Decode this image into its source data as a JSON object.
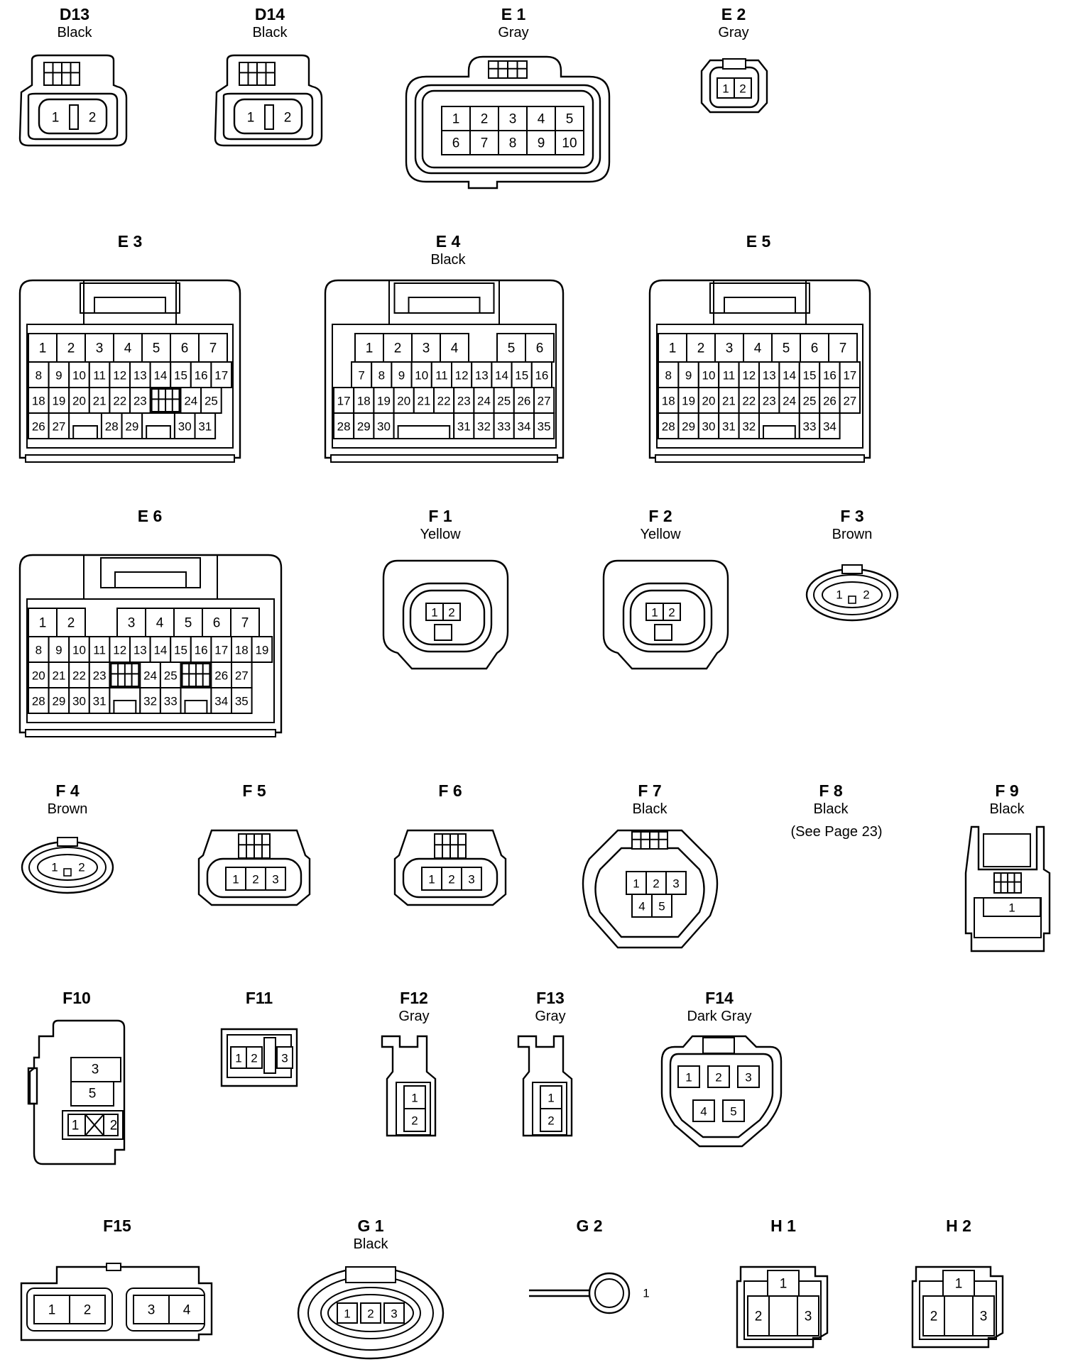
{
  "connectors": [
    {
      "id": "D13",
      "color": "Black",
      "pins": [
        "1",
        "2"
      ]
    },
    {
      "id": "D14",
      "color": "Black",
      "pins": [
        "1",
        "2"
      ]
    },
    {
      "id": "E 1",
      "color": "Gray",
      "pins": [
        "1",
        "2",
        "3",
        "4",
        "5",
        "6",
        "7",
        "8",
        "9",
        "10"
      ]
    },
    {
      "id": "E 2",
      "color": "Gray",
      "pins": [
        "1",
        "2"
      ]
    },
    {
      "id": "E 3",
      "color": "",
      "pins": [
        "1",
        "2",
        "3",
        "4",
        "5",
        "6",
        "7",
        "8",
        "9",
        "10",
        "11",
        "12",
        "13",
        "14",
        "15",
        "16",
        "17",
        "18",
        "19",
        "20",
        "21",
        "22",
        "23",
        "24",
        "25",
        "26",
        "27",
        "28",
        "29",
        "30",
        "31"
      ]
    },
    {
      "id": "E 4",
      "color": "Black",
      "pins": [
        "1",
        "2",
        "3",
        "4",
        "5",
        "6",
        "7",
        "8",
        "9",
        "10",
        "11",
        "12",
        "13",
        "14",
        "15",
        "16",
        "17",
        "18",
        "19",
        "20",
        "21",
        "22",
        "23",
        "24",
        "25",
        "26",
        "27",
        "28",
        "29",
        "30",
        "31",
        "32",
        "33",
        "34",
        "35"
      ]
    },
    {
      "id": "E 5",
      "color": "",
      "pins": [
        "1",
        "2",
        "3",
        "4",
        "5",
        "6",
        "7",
        "8",
        "9",
        "10",
        "11",
        "12",
        "13",
        "14",
        "15",
        "16",
        "17",
        "18",
        "19",
        "20",
        "21",
        "22",
        "23",
        "24",
        "25",
        "26",
        "27",
        "28",
        "29",
        "30",
        "31",
        "32",
        "33",
        "34"
      ]
    },
    {
      "id": "E 6",
      "color": "",
      "pins": [
        "1",
        "2",
        "3",
        "4",
        "5",
        "6",
        "7",
        "8",
        "9",
        "10",
        "11",
        "12",
        "13",
        "14",
        "15",
        "16",
        "17",
        "18",
        "19",
        "20",
        "21",
        "22",
        "23",
        "24",
        "25",
        "26",
        "27",
        "28",
        "29",
        "30",
        "31",
        "32",
        "33",
        "34",
        "35"
      ]
    },
    {
      "id": "F 1",
      "color": "Yellow",
      "pins": [
        "1",
        "2"
      ]
    },
    {
      "id": "F 2",
      "color": "Yellow",
      "pins": [
        "1",
        "2"
      ]
    },
    {
      "id": "F 3",
      "color": "Brown",
      "pins": [
        "1",
        "2"
      ]
    },
    {
      "id": "F 4",
      "color": "Brown",
      "pins": [
        "1",
        "2"
      ]
    },
    {
      "id": "F 5",
      "color": "",
      "pins": [
        "1",
        "2",
        "3"
      ]
    },
    {
      "id": "F 6",
      "color": "",
      "pins": [
        "1",
        "2",
        "3"
      ]
    },
    {
      "id": "F 7",
      "color": "Black",
      "pins": [
        "1",
        "2",
        "3",
        "4",
        "5"
      ]
    },
    {
      "id": "F 8",
      "color": "Black",
      "note": "(See Page 23)",
      "pins": []
    },
    {
      "id": "F 9",
      "color": "Black",
      "pins": [
        "1"
      ]
    },
    {
      "id": "F10",
      "color": "",
      "pins": [
        "3",
        "5",
        "1",
        "2"
      ]
    },
    {
      "id": "F11",
      "color": "",
      "pins": [
        "1",
        "2",
        "3"
      ]
    },
    {
      "id": "F12",
      "color": "Gray",
      "pins": [
        "1",
        "2"
      ]
    },
    {
      "id": "F13",
      "color": "Gray",
      "pins": [
        "1",
        "2"
      ]
    },
    {
      "id": "F14",
      "color": "Dark Gray",
      "pins": [
        "1",
        "2",
        "3",
        "4",
        "5"
      ]
    },
    {
      "id": "F15",
      "color": "",
      "pins": [
        "1",
        "2",
        "3",
        "4"
      ]
    },
    {
      "id": "G 1",
      "color": "Black",
      "pins": [
        "1",
        "2",
        "3"
      ]
    },
    {
      "id": "G 2",
      "color": "",
      "pins": [
        "1"
      ]
    },
    {
      "id": "H 1",
      "color": "",
      "pins": [
        "1",
        "2",
        "3"
      ]
    },
    {
      "id": "H 2",
      "color": "",
      "pins": [
        "1",
        "2",
        "3"
      ]
    }
  ]
}
